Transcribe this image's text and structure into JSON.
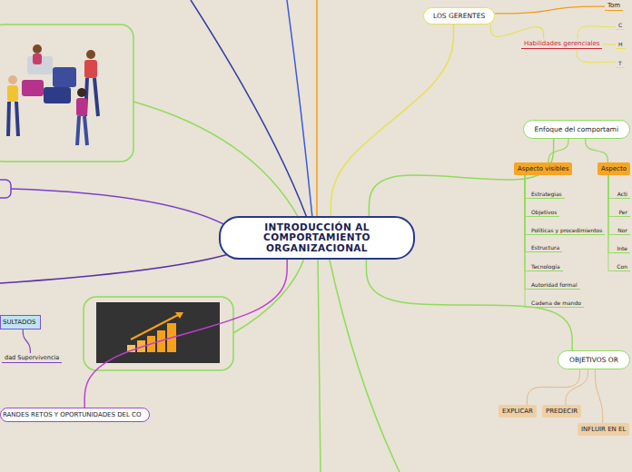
{
  "diagram": {
    "nodes": [
      {
        "text": [
          "INTRODUCCIÓN AL COMPORTAMIENTO ORGANIZACIONAL"
        ]
      },
      {
        "text": [
          "LOS GERENTES"
        ]
      },
      {
        "text": [
          "Tom"
        ]
      },
      {
        "text": [
          "Habilidades gerenciales"
        ]
      },
      {
        "text": [
          "C"
        ]
      },
      {
        "text": [
          "H"
        ]
      },
      {
        "text": [
          "T"
        ]
      },
      {
        "text": [
          "Enfoque del comportami"
        ]
      },
      {
        "text": [
          "Aspecto visibles"
        ]
      },
      {
        "text": [
          "Estrategias"
        ]
      },
      {
        "text": [
          "Objetivos"
        ]
      },
      {
        "text": [
          "Políticas y procedimientos"
        ]
      },
      {
        "text": [
          "Estructura"
        ]
      },
      {
        "text": [
          "Tecnología"
        ]
      },
      {
        "text": [
          "Autoridad  formal"
        ]
      },
      {
        "text": [
          "Cadena de mando"
        ]
      },
      {
        "text": [
          "Aspecto"
        ]
      },
      {
        "text": [
          "Acti"
        ]
      },
      {
        "text": [
          "Per"
        ]
      },
      {
        "text": [
          "Nor"
        ]
      },
      {
        "text": [
          "Inte"
        ]
      },
      {
        "text": [
          "Con"
        ]
      },
      {
        "text": [
          "OBJETIVOS OR"
        ]
      },
      {
        "text": [
          "EXPLICAR"
        ]
      },
      {
        "text": [
          "PREDECIR"
        ]
      },
      {
        "text": [
          "INFLUIR EN EL"
        ]
      },
      {
        "text": [
          "SULTADOS"
        ]
      },
      {
        "text": [
          "dad  Supervivencia"
        ]
      },
      {
        "text": [
          "RANDES RETOS Y OPORTUNIDADES DEL CO"
        ]
      }
    ],
    "edges": [
      {
        "from": 0,
        "to": 1,
        "arrow": "none"
      },
      {
        "from": 1,
        "to": 2,
        "arrow": "none"
      },
      {
        "from": 1,
        "to": 3,
        "arrow": "none"
      },
      {
        "from": 3,
        "to": 4,
        "arrow": "none"
      },
      {
        "from": 3,
        "to": 5,
        "arrow": "none"
      },
      {
        "from": 3,
        "to": 6,
        "arrow": "none"
      },
      {
        "from": 0,
        "to": 7,
        "arrow": "none"
      },
      {
        "from": 7,
        "to": 8,
        "arrow": "none"
      },
      {
        "from": 7,
        "to": 16,
        "arrow": "none"
      },
      {
        "from": 8,
        "to": 9,
        "arrow": "none"
      },
      {
        "from": 8,
        "to": 10,
        "arrow": "none"
      },
      {
        "from": 8,
        "to": 11,
        "arrow": "none"
      },
      {
        "from": 8,
        "to": 12,
        "arrow": "none"
      },
      {
        "from": 8,
        "to": 13,
        "arrow": "none"
      },
      {
        "from": 8,
        "to": 14,
        "arrow": "none"
      },
      {
        "from": 8,
        "to": 15,
        "arrow": "none"
      },
      {
        "from": 16,
        "to": 17,
        "arrow": "none"
      },
      {
        "from": 16,
        "to": 18,
        "arrow": "none"
      },
      {
        "from": 16,
        "to": 19,
        "arrow": "none"
      },
      {
        "from": 16,
        "to": 20,
        "arrow": "none"
      },
      {
        "from": 16,
        "to": 21,
        "arrow": "none"
      },
      {
        "from": 0,
        "to": 22,
        "arrow": "none"
      },
      {
        "from": 22,
        "to": 23,
        "arrow": "none"
      },
      {
        "from": 22,
        "to": 24,
        "arrow": "none"
      },
      {
        "from": 22,
        "to": 25,
        "arrow": "none"
      },
      {
        "from": 0,
        "to": 28,
        "arrow": "none"
      },
      {
        "from": 26,
        "to": 27,
        "arrow": "none"
      }
    ]
  }
}
